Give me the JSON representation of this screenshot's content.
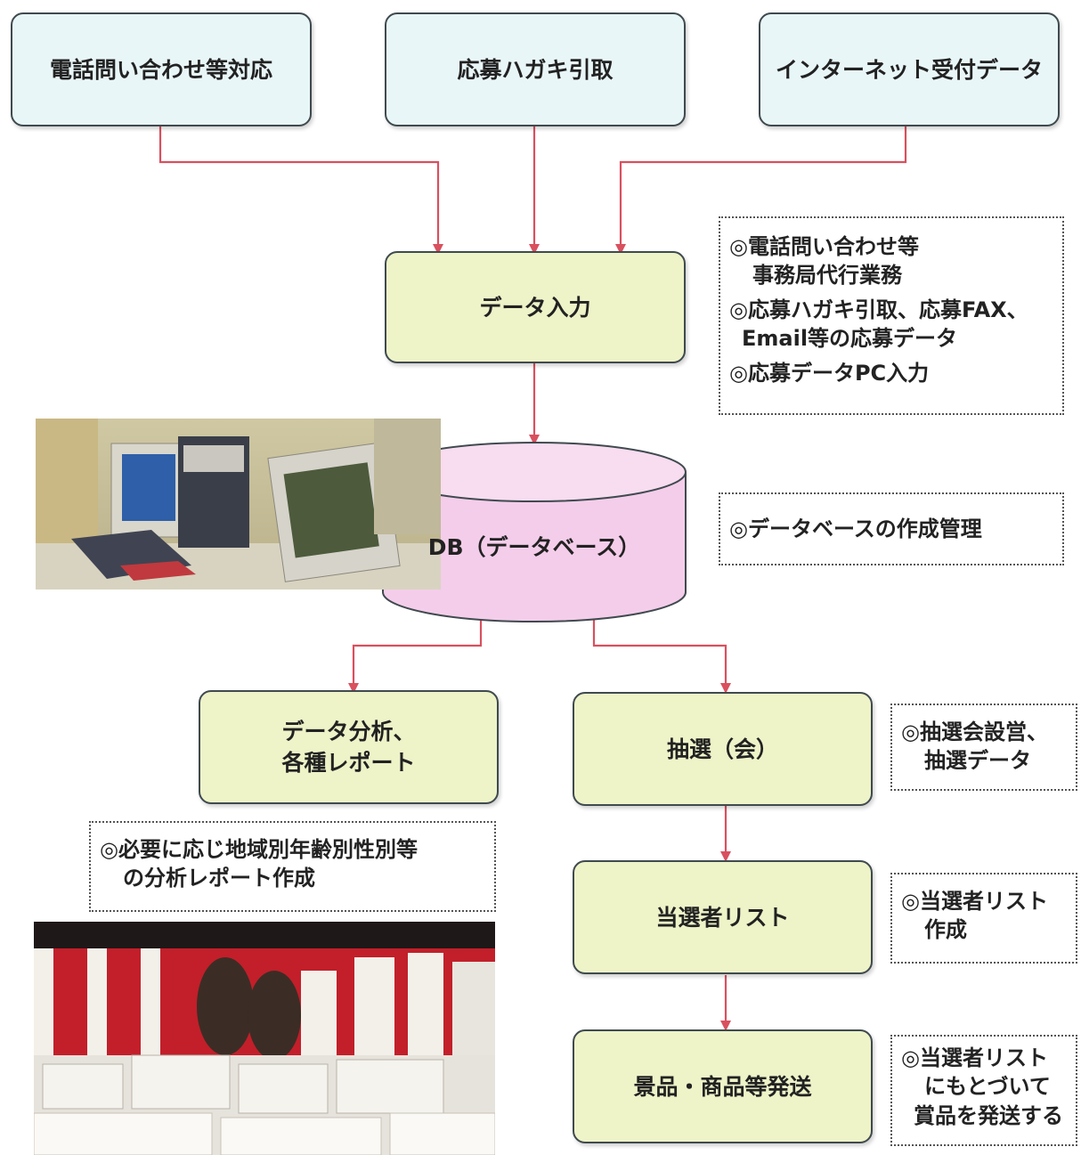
{
  "sources": [
    {
      "label": "電話問い合わせ等対応"
    },
    {
      "label": "応募ハガキ引取"
    },
    {
      "label": "インターネット受付データ"
    }
  ],
  "data_entry": {
    "label": "データ入力",
    "note": [
      "◎電話問い合わせ等",
      "事務局代行業務",
      "◎応募ハガキ引取、応募FAX、",
      "Email等の応募データ",
      "◎応募データPC入力"
    ]
  },
  "database": {
    "label": "DB（データベース）",
    "note": [
      "◎データベースの作成管理"
    ]
  },
  "analysis": {
    "label_lines": [
      "データ分析、",
      "各種レポート"
    ],
    "note": [
      "◎必要に応じ地域別年齢別性別等",
      "の分析レポート作成"
    ]
  },
  "lottery": {
    "label": "抽選（会）",
    "note": [
      "◎抽選会設営、",
      "抽選データ"
    ]
  },
  "winners": {
    "label": "当選者リスト",
    "note": [
      "◎当選者リスト",
      "作成"
    ]
  },
  "shipping": {
    "label": "景品・商品等発送",
    "note": [
      "◎当選者リスト",
      "にもとづいて",
      "賞品を発送する"
    ]
  },
  "colors": {
    "arrow": "#d9505e",
    "source_fill": "#e9f6f8",
    "step_fill": "#eef3c8",
    "db_fill": "#f4cdea"
  },
  "photos": [
    "office-computers-photo",
    "lottery-event-photo"
  ]
}
